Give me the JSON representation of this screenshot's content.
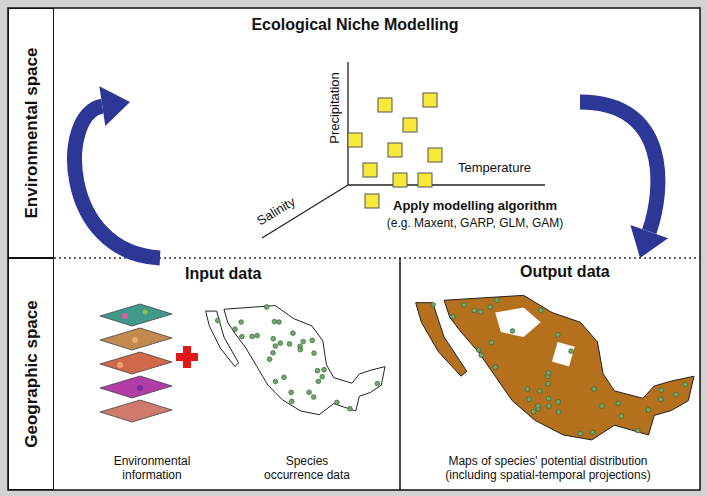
{
  "diagram": {
    "nodes": [
      {
        "text": [
          "Environmental space"
        ]
      },
      {
        "text": [
          "Geographic space"
        ]
      },
      {
        "text": [
          "Ecological Niche Modelling",
          "Apply modelling algorithm",
          "(e.g. Maxent, GARP, GLM, GAM)"
        ]
      },
      {
        "text": [
          "Input data",
          "Environmental information",
          "Species occurrence data"
        ]
      },
      {
        "text": [
          "Output data",
          "Maps of species' potential distribution (including spatial-temporal projections)"
        ]
      }
    ],
    "edges": [
      {
        "from": 3,
        "to": 2,
        "arrow": "to"
      },
      {
        "from": 2,
        "to": 4,
        "arrow": "to"
      }
    ],
    "labels": [
      "Precipitation",
      "Temperature",
      "Salinity"
    ]
  }
}
